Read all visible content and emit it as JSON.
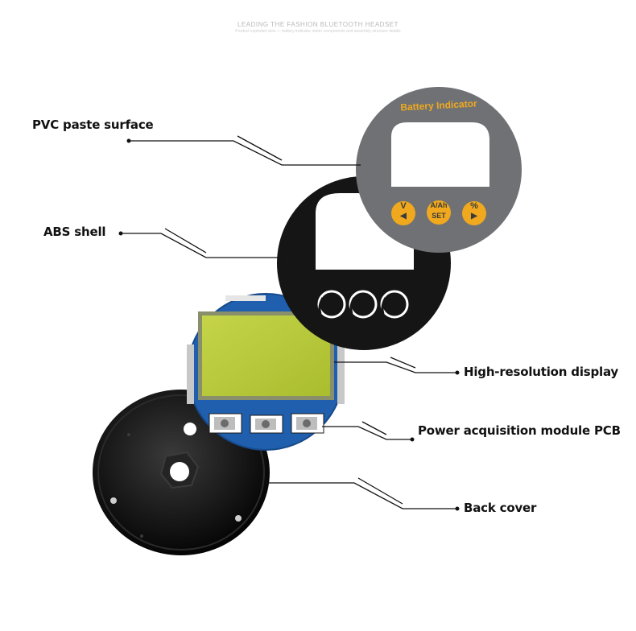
{
  "header": {
    "title": "LEADING THE FASHION BLUETOOTH HEADSET",
    "subtitle": "Product exploded view — battery indicator meter components and assembly structure details"
  },
  "callouts": {
    "pvc_surface": "PVC paste surface",
    "abs_shell": "ABS shell",
    "display": "High-resolution display",
    "pcb": "Power acquisition module PCB",
    "back_cover": "Back cover"
  },
  "panel": {
    "title": "Battery Indicator",
    "buttons": [
      {
        "top": "V",
        "bottom": "◀"
      },
      {
        "top": "A/Ah",
        "bottom": "SET"
      },
      {
        "top": "%",
        "bottom": "▶"
      }
    ]
  },
  "colors": {
    "panel_gray": "#6f7175",
    "accent_orange": "#f0a91e",
    "shell_black": "#151515",
    "pcb_blue": "#1f5fae",
    "lcd_green": "#b7c93a"
  }
}
